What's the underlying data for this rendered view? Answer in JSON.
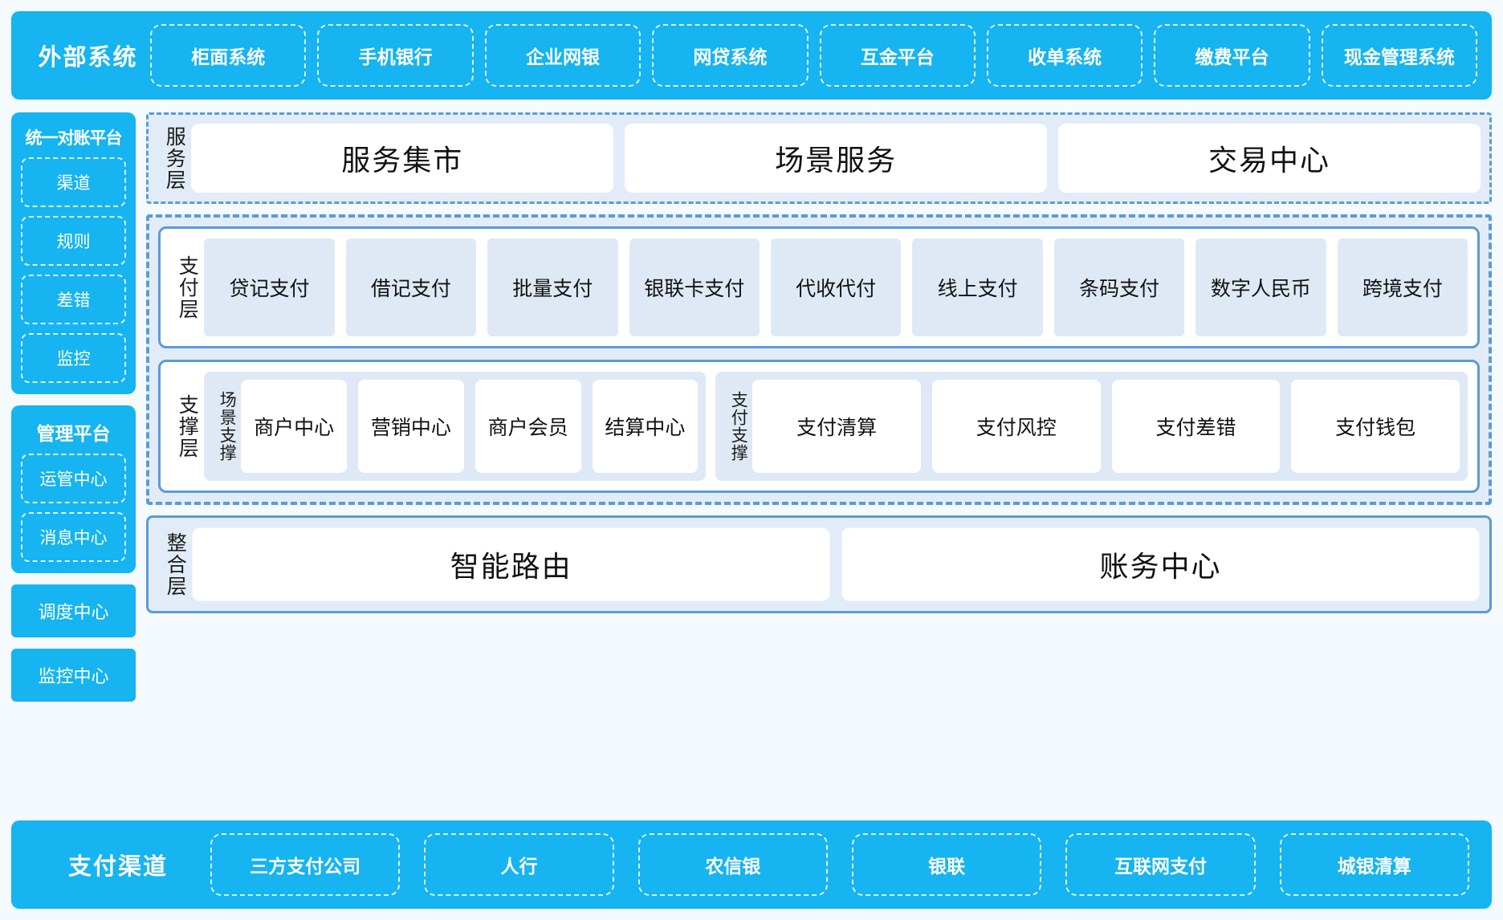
{
  "external_systems": {
    "title": "外部系统",
    "items": [
      "柜面系统",
      "手机银行",
      "企业网银",
      "网贷系统",
      "互金平台",
      "收单系统",
      "缴费平台",
      "现金管理系统"
    ]
  },
  "sidebar": {
    "unified_reconciliation": {
      "title": "统一对账平台",
      "items": [
        "渠道",
        "规则",
        "差错",
        "监控"
      ]
    },
    "management_platform": {
      "title": "管理平台",
      "items": [
        "运管中心",
        "消息中心"
      ]
    },
    "standalone": [
      "调度中心",
      "监控中心"
    ]
  },
  "service_layer": {
    "label": "服务层",
    "cards": [
      "服务集市",
      "场景服务",
      "交易中心"
    ]
  },
  "payment_layer": {
    "label": "支付层",
    "tiles": [
      "贷记支付",
      "借记支付",
      "批量支付",
      "银联卡支付",
      "代收代付",
      "线上支付",
      "条码支付",
      "数字人民币",
      "跨境支付"
    ]
  },
  "support_layer": {
    "label": "支撑层",
    "groups": [
      {
        "label": "场景支撑",
        "tiles": [
          "商户中心",
          "营销中心",
          "商户会员",
          "结算中心"
        ]
      },
      {
        "label": "支付支撑",
        "tiles": [
          "支付清算",
          "支付风控",
          "支付差错",
          "支付钱包"
        ]
      }
    ]
  },
  "integration_layer": {
    "label": "整合层",
    "cards": [
      "智能路由",
      "账务中心"
    ]
  },
  "payment_channels": {
    "title": "支付渠道",
    "items": [
      "三方支付公司",
      "人行",
      "农信银",
      "银联",
      "互联网支付",
      "城银清算"
    ]
  },
  "colors": {
    "cyan": "#16b4f0",
    "panel_blue": "#5b9bd5",
    "pale_blue": "#dfe9f6",
    "group_bg": "#e2ecf8",
    "page_bg": "#f4fafd"
  }
}
